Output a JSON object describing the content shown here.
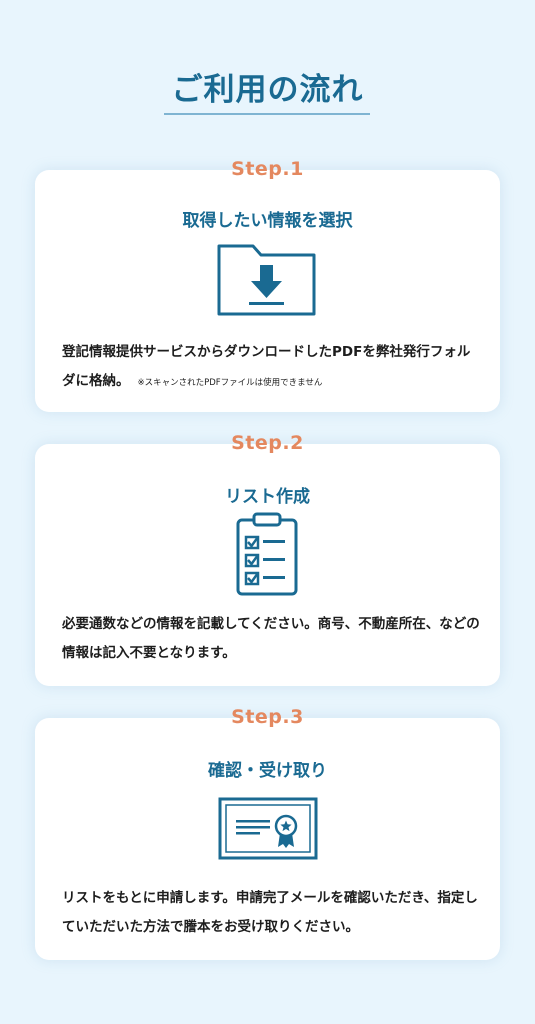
{
  "page": {
    "title": "ご利用の流れ"
  },
  "steps": [
    {
      "label": "Step.1",
      "heading": "取得したい情報を選択",
      "icon": "folder-download-icon",
      "description": "登記情報提供サービスからダウンロードしたPDFを弊社発行フォルダに格納。",
      "note": "※スキャンされたPDFファイルは使用できません"
    },
    {
      "label": "Step.2",
      "heading": "リスト作成",
      "icon": "clipboard-checklist-icon",
      "description": "必要通数などの情報を記載してください。商号、不動産所在、などの情報は記入不要となります。"
    },
    {
      "label": "Step.3",
      "heading": "確認・受け取り",
      "icon": "certificate-icon",
      "description": "リストをもとに申請します。申請完了メールを確認いただき、指定していただいた方法で謄本をお受け取りください。"
    }
  ],
  "colors": {
    "background": "#e8f5fd",
    "primary": "#1a6a92",
    "step_label": "#e4885f",
    "card": "#ffffff",
    "text": "#1d1d1d"
  }
}
